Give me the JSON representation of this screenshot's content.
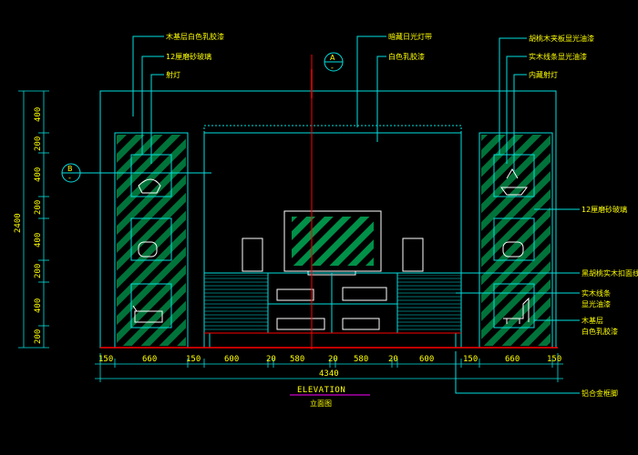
{
  "labels_left": [
    "木基层白色乳胶漆",
    "12厘磨砂玻璃",
    "射灯"
  ],
  "labels_top": [
    "暗藏日光灯带",
    "白色乳胶漆"
  ],
  "labels_right_top": [
    "胡桃木夹板显光油漆",
    "实木线条显光油漆",
    "内藏射灯"
  ],
  "labels_right_side": [
    "12厘磨砂玻璃",
    "黑胡桃实木扣面线",
    "实木线条",
    "显光油漆",
    "木基层",
    "白色乳胶漆",
    "铝合金框脚"
  ],
  "section_markers": [
    {
      "letter": "A",
      "sub": "-"
    },
    {
      "letter": "B",
      "sub": "-"
    }
  ],
  "dims_bottom": [
    "150",
    "660",
    "150",
    "600",
    "20",
    "580",
    "20",
    "580",
    "20",
    "600",
    "150",
    "660",
    "150"
  ],
  "dim_total": "4340",
  "dims_left": [
    "400",
    "200",
    "400",
    "200",
    "400",
    "200",
    "400",
    "200"
  ],
  "dim_left_total": "2400",
  "title": "ELEVATION",
  "subtitle": "立面图",
  "colors": {
    "linework": "#00e0e0",
    "hatch": "#00ff66",
    "text": "#ffff00",
    "accent": "#ff0000",
    "underline": "#ff00ff"
  }
}
